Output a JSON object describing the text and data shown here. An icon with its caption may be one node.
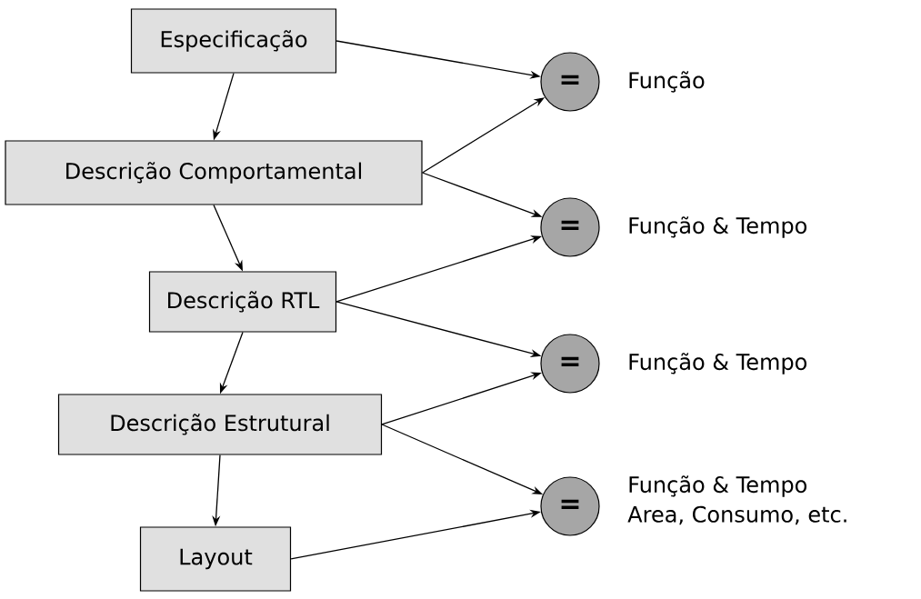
{
  "diagram": {
    "nodes": [
      {
        "text": [
          "Especificação"
        ]
      },
      {
        "text": [
          "Descrição Comportamental"
        ]
      },
      {
        "text": [
          "Descrição RTL"
        ]
      },
      {
        "text": [
          "Descrição Estrutural"
        ]
      },
      {
        "text": [
          "Layout"
        ]
      },
      {
        "text": [
          "="
        ],
        "beside": [
          "Função"
        ]
      },
      {
        "text": [
          "="
        ],
        "beside": [
          "Função & Tempo"
        ]
      },
      {
        "text": [
          "="
        ],
        "beside": [
          "Função & Tempo"
        ]
      },
      {
        "text": [
          "="
        ],
        "beside": [
          "Função & Tempo",
          "Area, Consumo, etc."
        ]
      }
    ],
    "edges": [
      {
        "from": 0,
        "to": 1,
        "arrow": "to"
      },
      {
        "from": 1,
        "to": 2,
        "arrow": "to"
      },
      {
        "from": 2,
        "to": 3,
        "arrow": "to"
      },
      {
        "from": 3,
        "to": 4,
        "arrow": "to"
      },
      {
        "from": 0,
        "to": 5,
        "arrow": "to"
      },
      {
        "from": 1,
        "to": 5,
        "arrow": "to"
      },
      {
        "from": 1,
        "to": 6,
        "arrow": "to"
      },
      {
        "from": 2,
        "to": 6,
        "arrow": "to"
      },
      {
        "from": 2,
        "to": 7,
        "arrow": "to"
      },
      {
        "from": 3,
        "to": 7,
        "arrow": "to"
      },
      {
        "from": 3,
        "to": 8,
        "arrow": "to"
      },
      {
        "from": 4,
        "to": 8,
        "arrow": "to"
      }
    ]
  }
}
